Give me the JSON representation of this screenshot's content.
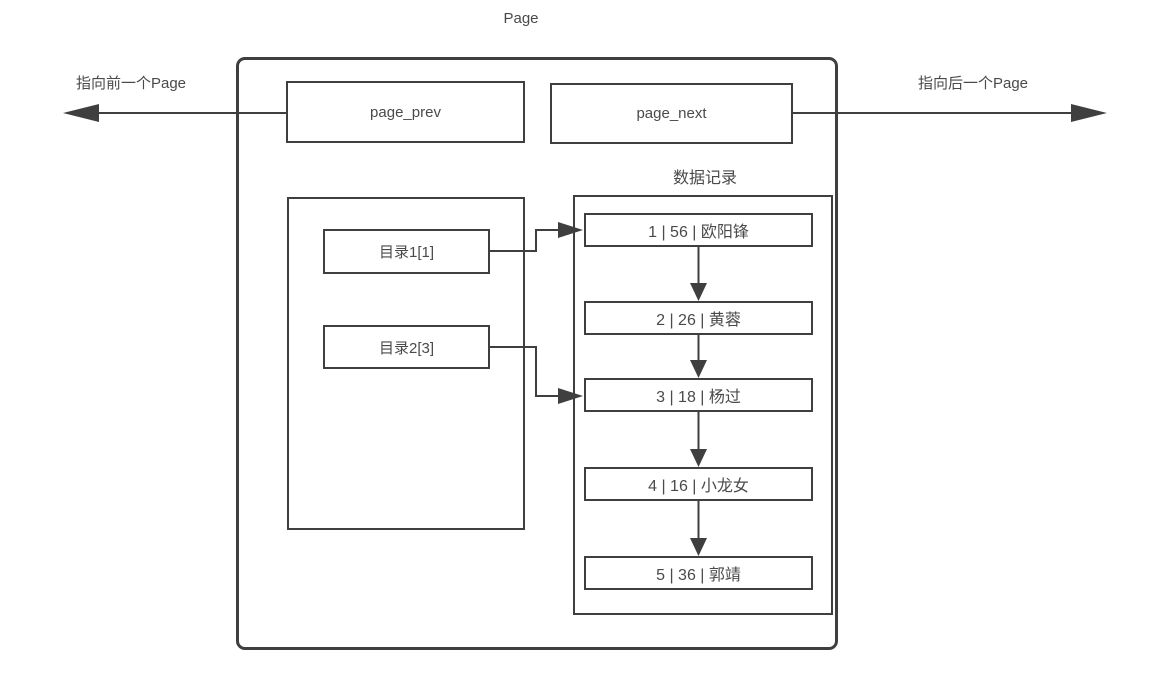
{
  "title": "Page",
  "colors": {
    "line": "#3f3f3f",
    "text": "#4a4a4a",
    "background": "#ffffff"
  },
  "pointers": {
    "prev_box_label": "page_prev",
    "next_box_label": "page_next",
    "prev_arrow_label": "指向前一个Page",
    "next_arrow_label": "指向后一个Page"
  },
  "directory": {
    "entries": [
      {
        "label": "目录1[1]"
      },
      {
        "label": "目录2[3]"
      }
    ]
  },
  "records": {
    "section_label": "数据记录",
    "rows": [
      {
        "text": "1 | 56 | 欧阳锋"
      },
      {
        "text": "2 | 26 | 黄蓉"
      },
      {
        "text": "3 | 18 | 杨过"
      },
      {
        "text": "4 | 16 | 小龙女"
      },
      {
        "text": "5 | 36 | 郭靖"
      }
    ]
  }
}
